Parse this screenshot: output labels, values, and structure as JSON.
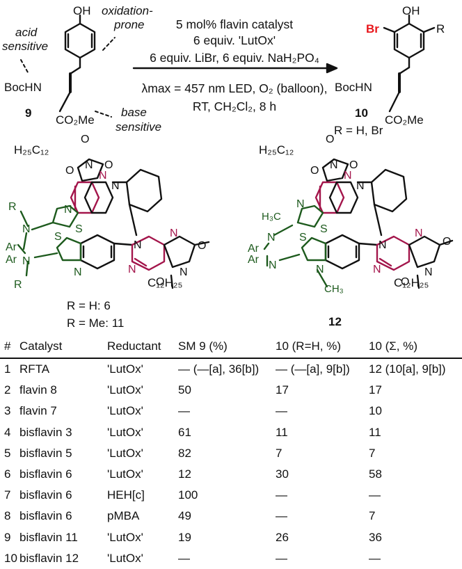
{
  "figure": {
    "sm_label": "9",
    "sm_annot": {
      "oxidation_line1": "oxidation-",
      "oxidation_line2": "prone",
      "acid_line1": "acid",
      "acid_line2": "sensitive",
      "base_line1": "base",
      "base_line2": "sensitive"
    },
    "sm_groups": {
      "oh": "OH",
      "boc": "BocHN",
      "ester": "CO₂Me"
    },
    "conditions": {
      "line1": "5 mol% flavin catalyst",
      "line2": "6 equiv. 'LutOx'",
      "line3": "6 equiv. LiBr, 6 equiv. NaH₂PO₄",
      "line4": "λmax = 457 nm LED, O₂ (balloon),",
      "line5": "RT, CH₂Cl₂, 8 h"
    },
    "product": {
      "label": "10",
      "br": "Br",
      "oh": "OH",
      "r": "R",
      "boc": "BocHN",
      "ester": "CO₂Me",
      "r_def": "R = H, Br"
    },
    "left_catalyst": {
      "top_chain": "H₂₅C₁₂",
      "bottom_chain": "C₁₂H₂₅",
      "labels": [
        "R = H: 6",
        "R = Me: 11"
      ]
    },
    "right_catalyst": {
      "top_chain": "H₂₅C₁₂",
      "bottom_chain": "C₁₂H₂₅",
      "methyl_top": "H₃C",
      "methyl_bottom": "CH₃",
      "label": "12"
    },
    "colors": {
      "green": "#1d5a1d",
      "crimson": "#a3154b",
      "red": "#e8171c",
      "black": "#111111"
    }
  },
  "table": {
    "headers": [
      "#",
      "Catalyst",
      "Reductant",
      "SM 9 (%)",
      "10 (R=H, %)",
      "10 (Σ, %)"
    ],
    "rows": [
      [
        "1",
        "RFTA",
        "'LutOx'",
        "— (—[a], 36[b])",
        "— (—[a], 9[b])",
        "12 (10[a], 9[b])"
      ],
      [
        "2",
        "flavin 8",
        "'LutOx'",
        "50",
        "17",
        "17"
      ],
      [
        "3",
        "flavin 7",
        "'LutOx'",
        "—",
        "—",
        "10"
      ],
      [
        "4",
        "bisflavin 3",
        "'LutOx'",
        "61",
        "11",
        "11"
      ],
      [
        "5",
        "bisflavin 5",
        "'LutOx'",
        "82",
        "7",
        "7"
      ],
      [
        "6",
        "bisflavin 6",
        "'LutOx'",
        "12",
        "30",
        "58"
      ],
      [
        "7",
        "bisflavin 6",
        "HEH[c]",
        "100",
        "—",
        "—"
      ],
      [
        "8",
        "bisflavin 6",
        "pMBA",
        "49",
        "—",
        "7"
      ],
      [
        "9",
        "bisflavin 11",
        "'LutOx'",
        "19",
        "26",
        "36"
      ],
      [
        "10",
        "bisflavin 12",
        "'LutOx'",
        "—",
        "—",
        "—"
      ]
    ]
  }
}
